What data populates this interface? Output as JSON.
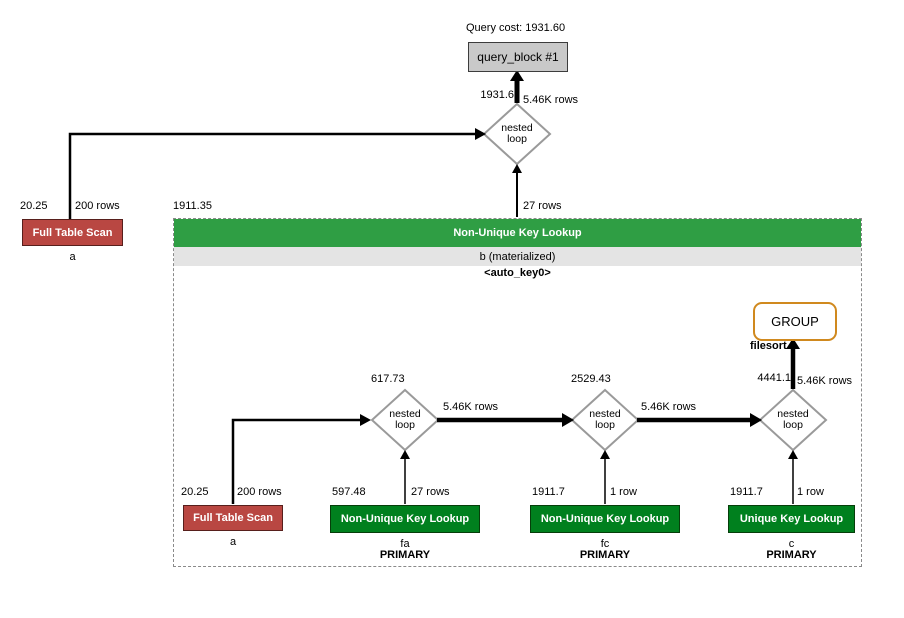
{
  "header": {
    "query_cost": "Query cost: 1931.60"
  },
  "query_block": {
    "label": "query_block #1"
  },
  "nested_loop_label": "nested loop",
  "top_edge": {
    "cost": "1931.6",
    "rows": "5.46K rows"
  },
  "outer_table": {
    "cost": "20.25",
    "rows": "200 rows",
    "label": "Full Table Scan",
    "name": "a"
  },
  "into_top_loop": {
    "cost": "1911.35",
    "rows": "27 rows"
  },
  "materialized": {
    "header": "Non-Unique Key Lookup",
    "subheader": "b (materialized)",
    "key": "<auto_key0>",
    "group": {
      "label": "GROUP",
      "note": "filesort",
      "rows_out": "5.46K rows",
      "cost": "4441.1"
    },
    "loop1": {
      "cost": "617.73",
      "rows_out": "5.46K rows"
    },
    "loop2": {
      "cost": "2529.43",
      "rows_out": "5.46K rows"
    },
    "tables": [
      {
        "cost": "20.25",
        "rows": "200 rows",
        "label": "Full Table Scan",
        "name": "a",
        "key": ""
      },
      {
        "cost": "597.48",
        "rows": "27 rows",
        "label": "Non-Unique Key Lookup",
        "name": "fa",
        "key": "PRIMARY"
      },
      {
        "cost": "1911.7",
        "rows": "1 row",
        "label": "Non-Unique Key Lookup",
        "name": "fc",
        "key": "PRIMARY"
      },
      {
        "cost": "1911.7",
        "rows": "1 row",
        "label": "Unique Key Lookup",
        "name": "c",
        "key": "PRIMARY"
      }
    ]
  },
  "colors": {
    "scan_red": "#b94742",
    "lookup_green": "#00801e",
    "header_green": "#2f9e44",
    "group_border": "#d0891e",
    "block_gray": "#c9c9c9"
  }
}
